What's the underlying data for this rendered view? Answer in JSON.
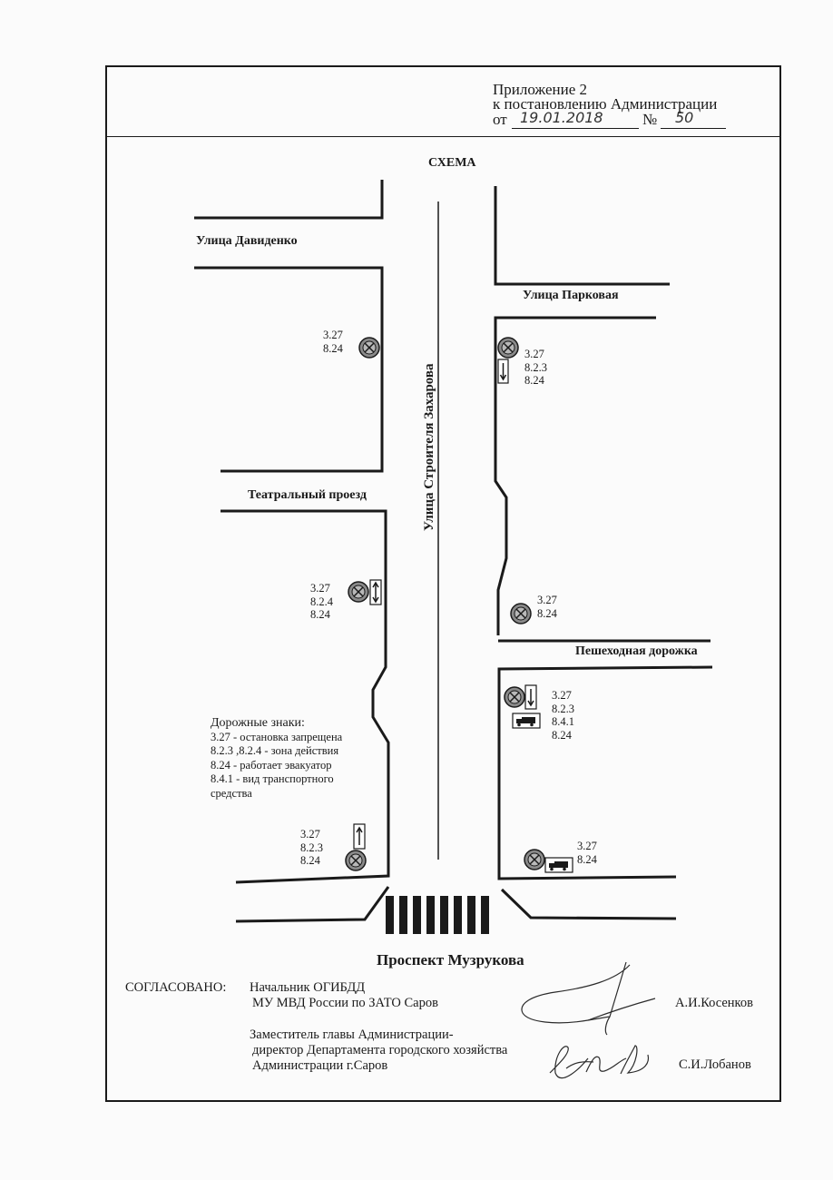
{
  "header": {
    "line1": "Приложение 2",
    "line2": "к постановлению Администрации",
    "date_prefix": "от",
    "date_value": "19.01.2018",
    "number_prefix": "№",
    "number_value": "50"
  },
  "scheme_title": "СХЕМА",
  "streets": {
    "davidenko": "Улица Давиденко",
    "parkovaya": "Улица Парковая",
    "teatralny": "Театральный проезд",
    "main": "Улица   Строителя Захарова",
    "peshehodnaya": "Пешеходная дорожка",
    "muzrukova": "Проспект Музрукова"
  },
  "sign_labels": {
    "s1": [
      "3.27",
      "8.24"
    ],
    "s2": [
      "3.27",
      "8.2.3",
      "8.24"
    ],
    "s3": [
      "3.27",
      "8.2.4",
      "8.24"
    ],
    "s4": [
      "3.27",
      "8.24"
    ],
    "s5": [
      "3.27",
      "8.2.3",
      "8.4.1",
      "8.24"
    ],
    "s6": [
      "3.27",
      "8.2.3",
      "8.24"
    ],
    "s7": [
      "3.27",
      "8.24"
    ]
  },
  "legend": {
    "title": "Дорожные знаки:",
    "items": [
      "3.27 - остановка запрещена",
      "8.2.3 ,8.2.4 - зона действия",
      "8.24 - работает эвакуатор",
      "8.4.1 - вид транспортного",
      "средства"
    ]
  },
  "approval": {
    "label": "СОГЛАСОВАНО:",
    "signer1_line1": "Начальник ОГИБДД",
    "signer1_line2": "МУ МВД России  по ЗАТО Саров",
    "signer1_name": "А.И.Косенков",
    "signer2_line1": "Заместитель главы Администрации-",
    "signer2_line2": "директор Департамента городского хозяйства",
    "signer2_line3": "Администрации г.Саров",
    "signer2_name": "С.И.Лобанов"
  },
  "colors": {
    "ink": "#1a1a1a",
    "sign_fill": "#8a8a8a",
    "handwriting": "#333333"
  }
}
